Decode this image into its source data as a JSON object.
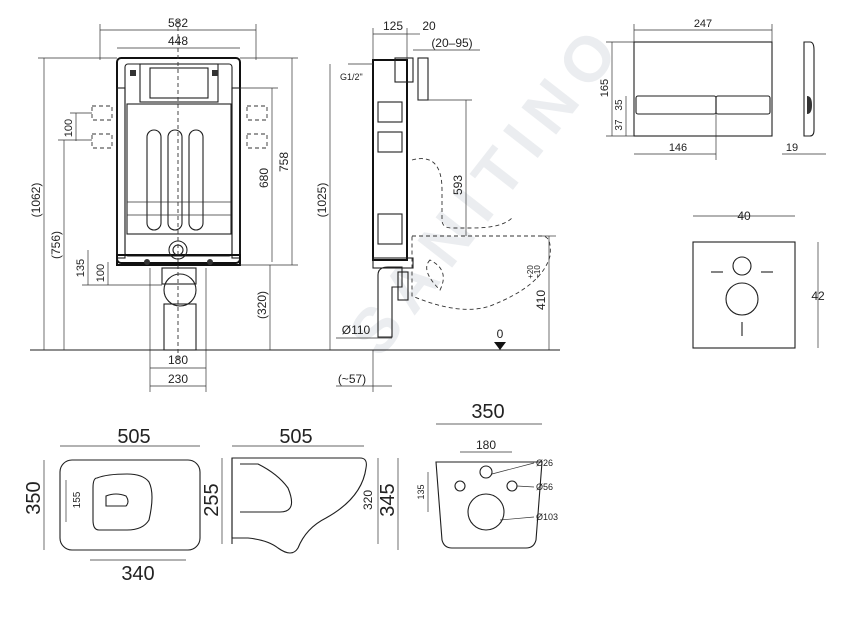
{
  "watermark": "SANITINO",
  "frame_front": {
    "w_582": "582",
    "w_448": "448",
    "h_1062": "(1062)",
    "h_756": "(756)",
    "h_100a": "100",
    "h_135": "135",
    "h_100b": "100",
    "h_680": "680",
    "h_758": "758",
    "h_320": "(320)",
    "w_180": "180",
    "w_230": "230"
  },
  "frame_side": {
    "d_125": "125",
    "d_20": "20",
    "d_20_95": "(20–95)",
    "pipe_label": "G1/2\"",
    "h_1025": "(1025)",
    "h_593": "593",
    "h_410": "410",
    "tol_plus": "+20",
    "tol_minus": "−10",
    "d_110": "Ø110",
    "d_57": "(~57)",
    "zero": "0"
  },
  "plate": {
    "w_247": "247",
    "h_165": "165",
    "h_35": "35",
    "h_37": "37",
    "w_146": "146",
    "d_19": "19"
  },
  "pad": {
    "w_40": "40",
    "h_42": "42"
  },
  "bowl_top": {
    "w_505": "505",
    "h_350": "350",
    "w_340": "340",
    "h_155": "155"
  },
  "bowl_side": {
    "w_505": "505",
    "h_255": "255",
    "h_320": "320",
    "h_345": "345"
  },
  "bowl_back": {
    "w_350": "350",
    "w_180": "180",
    "h_135": "135",
    "d_26": "Ø26",
    "d_56": "Ø56",
    "d_103": "Ø103"
  }
}
